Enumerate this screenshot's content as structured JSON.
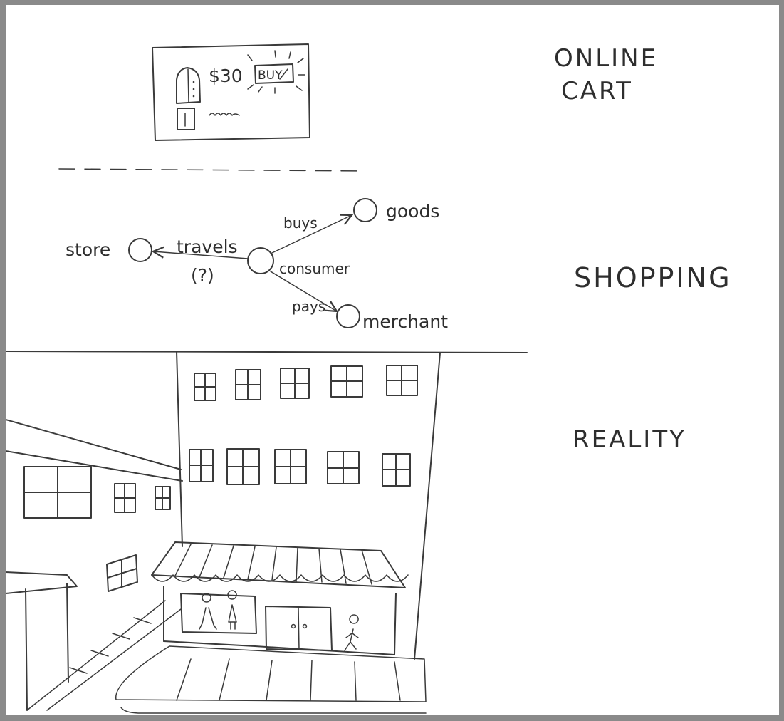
{
  "layers": {
    "online": "ONLINE",
    "cart": "CART",
    "shopping": "SHOPPING",
    "reality": "REALITY"
  },
  "cart_card": {
    "price": "$30",
    "buy_label": "BUY"
  },
  "graph": {
    "nodes": {
      "store": "store",
      "consumer": "consumer",
      "goods": "goods",
      "merchant": "merchant"
    },
    "edges": {
      "travels": "travels",
      "travels_note": "(?)",
      "buys": "buys",
      "pays": "pays"
    }
  },
  "colors": {
    "ink": "#3a3a3a",
    "paper": "#ffffff",
    "frame": "#8a8a8a"
  }
}
